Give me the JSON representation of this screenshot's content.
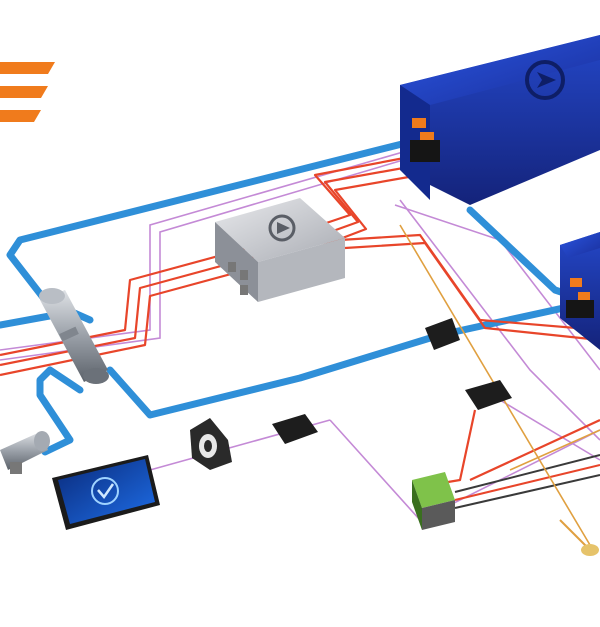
{
  "colors": {
    "background": "#ffffff",
    "coolant_pipe": "#2f8fd8",
    "hv_cable": "#e8452a",
    "signal_wire": "#c48ad6",
    "ground_wire": "#3a3a3a",
    "sensor_wire": "#e0a040",
    "battery_blue": "#1f3fc4",
    "controller_grey": "#c9cbd0",
    "logo_orange": "#f07b1c",
    "connector_green": "#7fc24a"
  },
  "components": {
    "logo": "stripes-logo",
    "battery_top": "battery-pack",
    "battery_right": "battery-pack",
    "controller": "controller-box",
    "heater": "coolant-heater",
    "pump": "coolant-pump",
    "display": "touch-display",
    "fuse_box": "fuse-junction",
    "sensor": "temperature-sensor"
  }
}
